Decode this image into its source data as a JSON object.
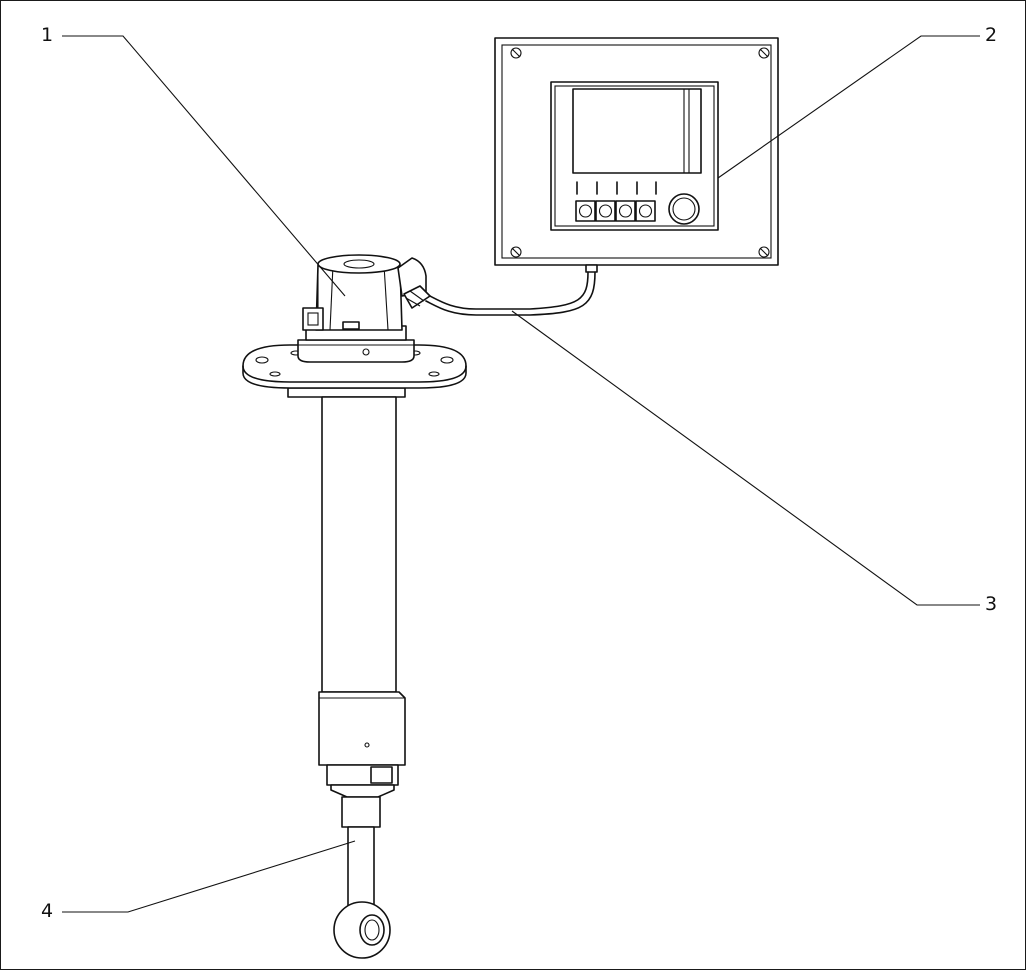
{
  "callouts": {
    "c1": {
      "label": "1",
      "part": "sensor-head"
    },
    "c2": {
      "label": "2",
      "part": "transmitter"
    },
    "c3": {
      "label": "3",
      "part": "cable"
    },
    "c4": {
      "label": "4",
      "part": "sensor-probe"
    }
  },
  "colors": {
    "stroke": "#111111",
    "background": "#ffffff"
  }
}
